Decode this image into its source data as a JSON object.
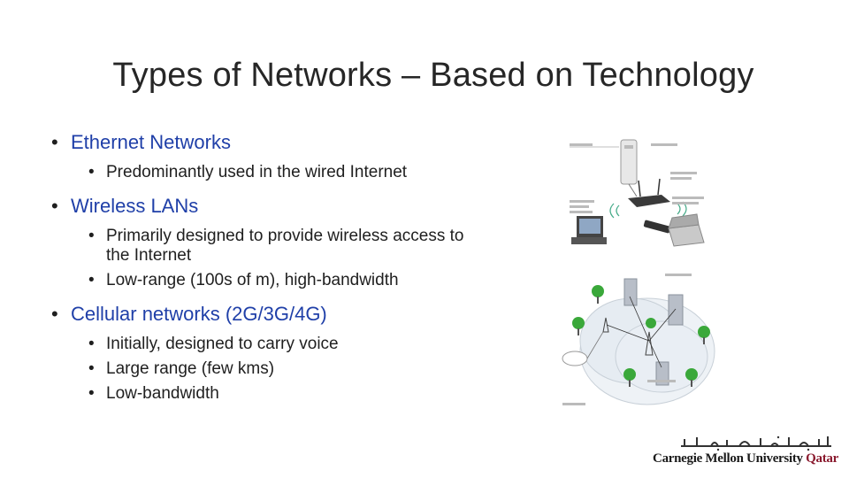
{
  "slide": {
    "title": "Types of Networks – Based on Technology",
    "bullets": [
      {
        "label": "Ethernet Networks",
        "sub": [
          "Predominantly used in the wired Internet"
        ]
      },
      {
        "label": "Wireless LANs",
        "sub": [
          "Primarily designed to provide wireless access to",
          "the Internet",
          "Low-range (100s of m), high-bandwidth"
        ]
      },
      {
        "label": "Cellular networks (2G/3G/4G)",
        "sub": [
          "Initially, designed to carry voice",
          "Large range (few kms)",
          "Low-bandwidth"
        ]
      }
    ]
  },
  "logo": {
    "english_main": "Carnegie Mellon University",
    "english_suffix": "Qatar",
    "arabic": "جامعة كارنيجي ميلون في قطر"
  },
  "colors": {
    "accent_blue": "#1f3fa8",
    "text": "#1f1f1f",
    "logo_red": "#8a1a2e"
  },
  "icons": {
    "wlan_figure": "wireless-lan-diagram-icon",
    "cellular_figure": "cellular-network-diagram-icon"
  }
}
